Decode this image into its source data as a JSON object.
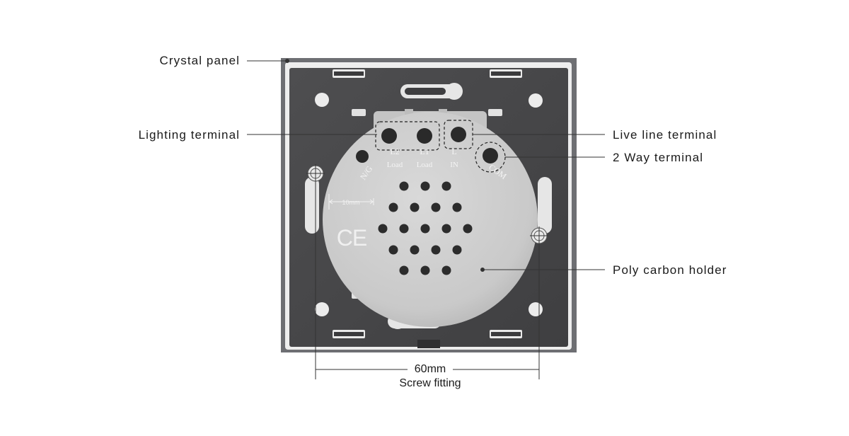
{
  "callouts": {
    "crystal_panel": "Crystal panel",
    "lighting_terminal": "Lighting terminal",
    "live_line_terminal": "Live line terminal",
    "two_way_terminal": "2 Way terminal",
    "poly_carbon_holder": "Poly carbon holder"
  },
  "dimension": {
    "value": "60mm",
    "caption": "Screw fitting"
  },
  "holder_markings": {
    "terminals": [
      {
        "code": "L2",
        "sub": "Load"
      },
      {
        "code": "L1",
        "sub": "Load"
      },
      {
        "code": "L",
        "sub": "IN"
      }
    ],
    "ng": "N/G",
    "com": "COM",
    "scale": "10mm",
    "ce": "CE"
  },
  "colors": {
    "panel": "#6f7074",
    "frame": "#ededed",
    "plate": "#4a4a4c",
    "holder": "#cfcfcf",
    "hole": "#2b2b2b"
  }
}
